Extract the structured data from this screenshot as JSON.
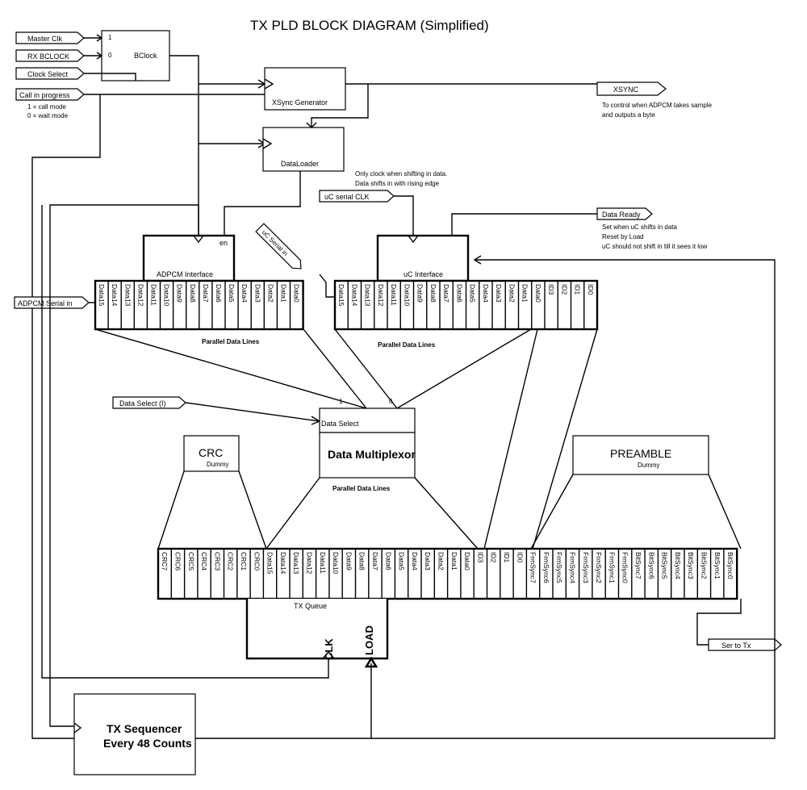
{
  "title": "TX PLD BLOCK DIAGRAM (Simplified)",
  "inputs": {
    "master_clk": "Master Clk",
    "rx_bclock": "RX BCLOCK",
    "clock_select": "Clock Select",
    "call_in_progress": "Call in progress",
    "call_mode": "1 = call mode",
    "wait_mode": "0 = wait mode",
    "adpcm_serial_in": "ADPCM Serial in",
    "uc_serial_clk": "uC serial CLK",
    "uc_serial_in": "uC Serial in",
    "data_select": "Data Select (I)"
  },
  "mux_inputs": {
    "in1": "1",
    "in0": "0"
  },
  "bclock": "BClock",
  "xsync_generator": "XSync Generator",
  "xsync": {
    "label": "XSYNC",
    "note1": "To control when ADPCM takes sample",
    "note2": "and outputs a byte"
  },
  "dataloader": "DataLoader",
  "uc_clock_note": {
    "line1": "Only clock when shifting in data.",
    "line2": "Data shifts in with rising edge"
  },
  "data_ready": {
    "label": "Data Ready",
    "note1": "Set when uC shifts in data",
    "note2": "Reset by Load",
    "note3": "uC should not shift in till it sees it low"
  },
  "en_label": "en",
  "adpcm_interface": {
    "label": "ADPCM Interface",
    "bits": [
      "Data15",
      "Data14",
      "Data13",
      "Data12",
      "Data11",
      "Data10",
      "Data9",
      "Data8",
      "Data7",
      "Data6",
      "Data5",
      "Data4",
      "Data3",
      "Data2",
      "Data1",
      "Data0"
    ]
  },
  "uc_interface": {
    "label": "uC Interface",
    "bits": [
      "Data15",
      "Data14",
      "Data13",
      "Data12",
      "Data11",
      "Data10",
      "Data9",
      "Data8",
      "Data7",
      "Data6",
      "Data5",
      "Data4",
      "Data3",
      "Data2",
      "Data1",
      "Data0",
      "ID3",
      "ID2",
      "ID1",
      "ID0"
    ]
  },
  "parallel_data_lines": "Parallel Data Lines",
  "mux": {
    "select_label": "Data Select",
    "name": "Data Multiplexor"
  },
  "crc": {
    "label": "CRC",
    "sub": "Dummy"
  },
  "preamble": {
    "label": "PREAMBLE",
    "sub": "Dummy"
  },
  "tx_queue": {
    "label": "TX Queue",
    "clk": "CLK",
    "load": "LOAD",
    "bits": [
      "CRC7",
      "CRC6",
      "CRC5",
      "CRC4",
      "CRC3",
      "CRC2",
      "CRC1",
      "CRC0",
      "Data15",
      "Data14",
      "Data13",
      "Data12",
      "Data11",
      "Data10",
      "Data9",
      "Data8",
      "Data7",
      "Data6",
      "Data5",
      "Data4",
      "Data3",
      "Data2",
      "Data1",
      "Data0",
      "ID3",
      "ID2",
      "ID1",
      "ID0",
      "FrmSync7",
      "FrmSync6",
      "FrmSync5",
      "FrmSync4",
      "FrmSync3",
      "FrmSync2",
      "FrmSync1",
      "FrmSync0",
      "BitSync7",
      "BitSync6",
      "BitSync5",
      "BitSync4",
      "BitSync3",
      "BitSync2",
      "BitSync1",
      "BitSync0"
    ]
  },
  "ser_to_tx": "Ser to Tx",
  "tx_sequencer": {
    "line1": "TX Sequencer",
    "line2": "Every 48 Counts"
  },
  "bclock_inputs": {
    "one": "1",
    "zero": "0"
  }
}
